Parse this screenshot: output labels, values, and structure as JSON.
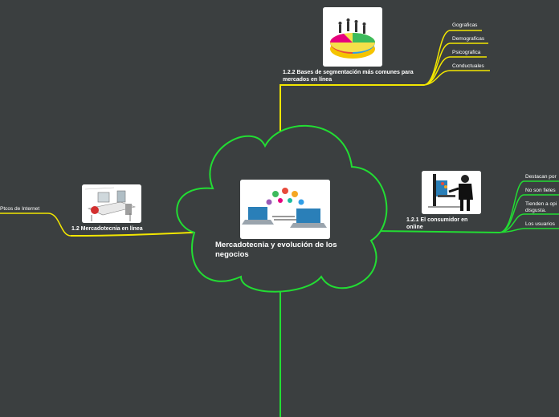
{
  "central": {
    "title": "Mercadotecnia y evolución de los negocios",
    "image_icon": "laptops-ecommerce-icon"
  },
  "branches": {
    "bases": {
      "title": "1.2.2 Bases de segmentación más comunes para mercados en línea",
      "image_icon": "pie-chart-people-icon",
      "children": [
        "Gograficas",
        "Demograficas",
        "Psicografica",
        "Conductuales"
      ]
    },
    "consumidor": {
      "title": "1.2.1 El consumidor en online",
      "image_icon": "person-at-computer-icon",
      "children": [
        "Destacan por",
        "No son fieles",
        "Tienden a opi disgusta.",
        "Los usuarios"
      ]
    },
    "mercadotecnia": {
      "title": "1.2 Mercadotecnia en línea",
      "image_icon": "desk-office-sketch-icon",
      "children": [
        "Ptcos de Internet"
      ]
    }
  },
  "colors": {
    "background": "#3b3f40",
    "cloud_border": "#22dd33",
    "branch_line": "#f2e600",
    "text": "#ffffff"
  }
}
